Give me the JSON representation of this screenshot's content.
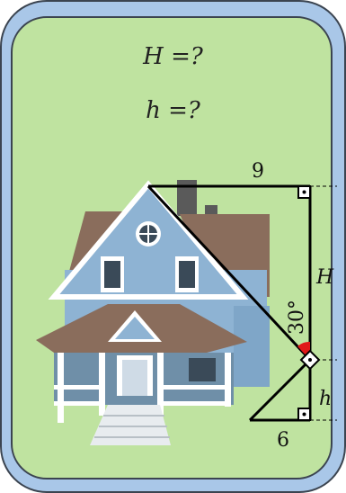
{
  "questions": {
    "big_height": "H =?",
    "small_height": "h =?"
  },
  "diagram": {
    "top_length": "9",
    "bottom_length": "6",
    "angle": "30°",
    "label_H": "H",
    "label_h": "h"
  },
  "colors": {
    "outer_card": "#a9c7e8",
    "inner_card": "#bfe3a0",
    "angle_marker": "#e01818",
    "house_wall": "#8eb3d3",
    "roof": "#8a6d5c"
  }
}
